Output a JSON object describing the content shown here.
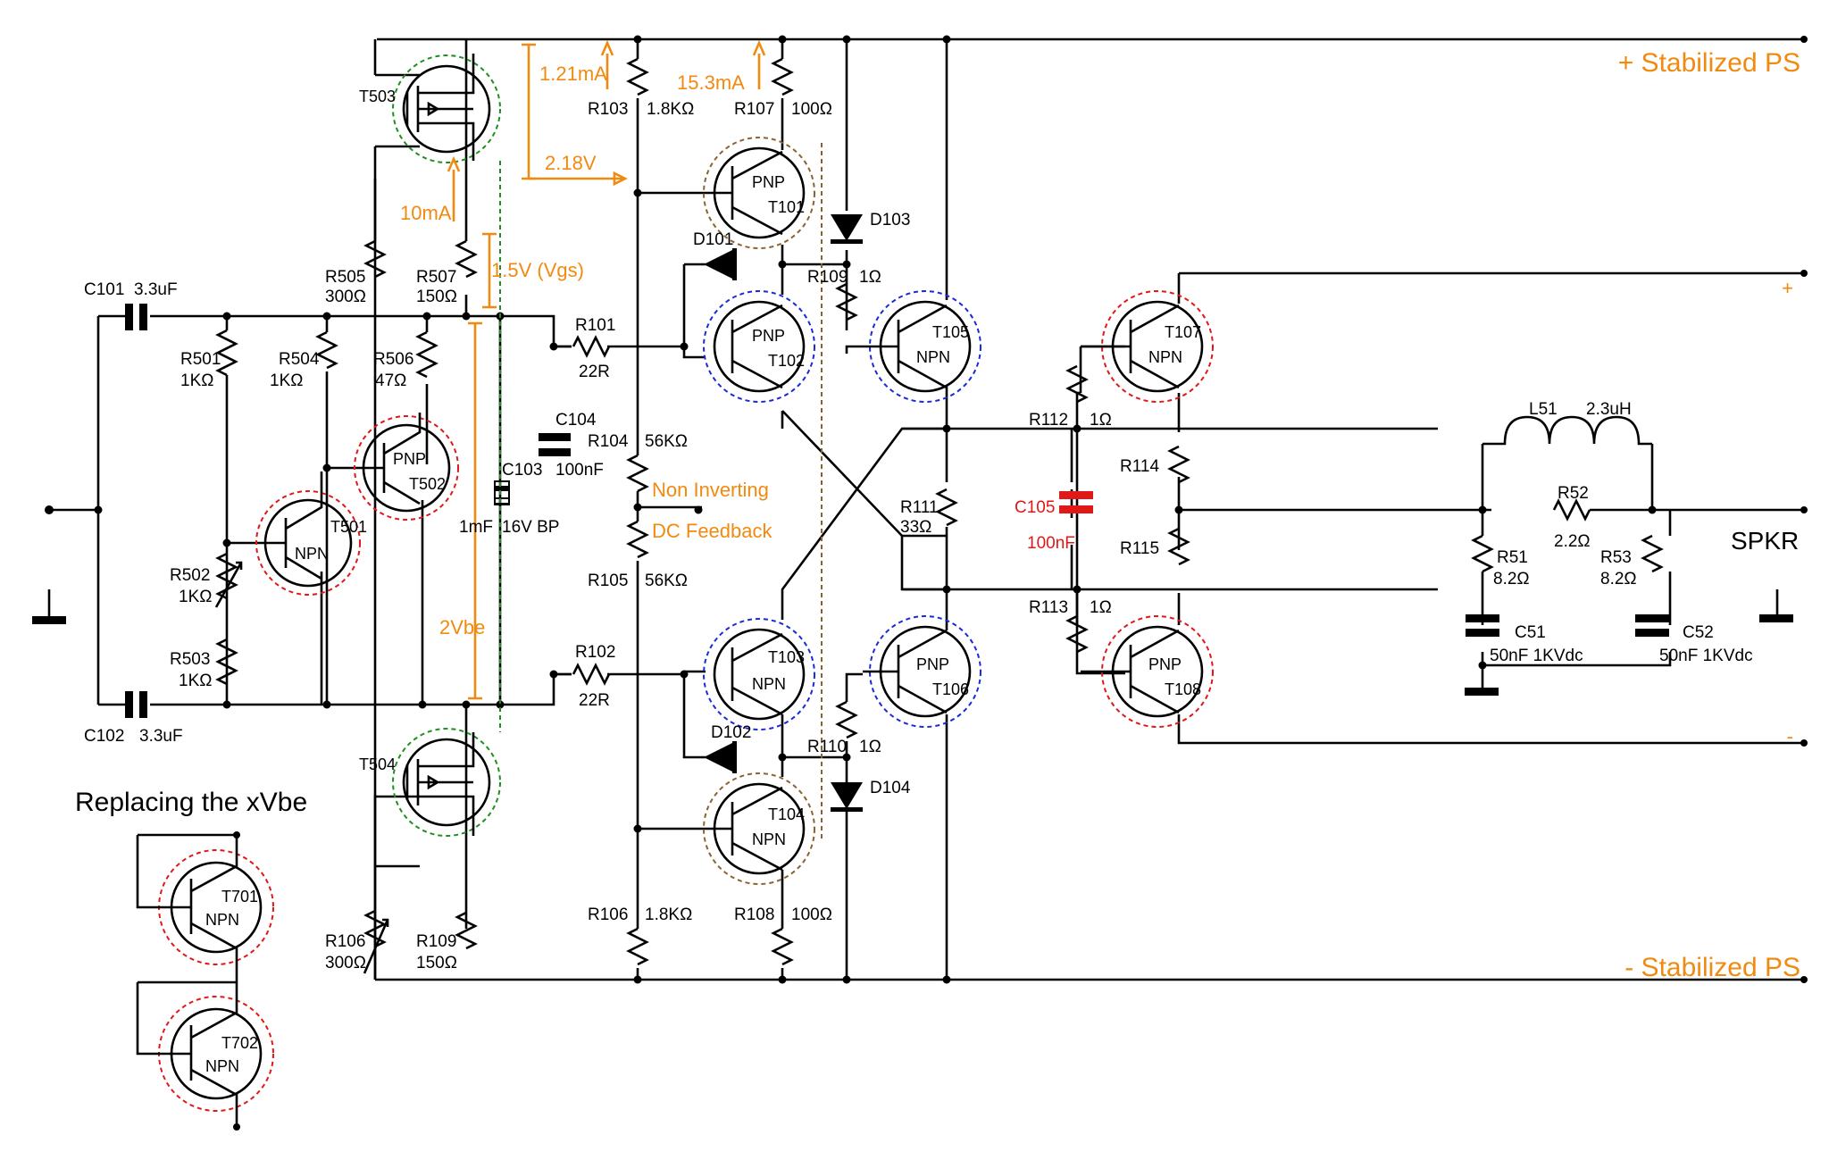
{
  "rails": {
    "positive": "+ Stabilized PS",
    "negative": "- Stabilized PS",
    "out_plus": "+",
    "out_minus": "-",
    "speaker": "SPKR"
  },
  "annotations": {
    "i_r103": "1.21mA",
    "i_r107": "15.3mA",
    "v_218": "2.18V",
    "i_10ma": "10mA",
    "vgs": "1.5V (Vgs)",
    "vbe2": "2Vbe",
    "noninv": "Non Inverting",
    "dcfb": "DC Feedback",
    "replacing": "Replacing the xVbe"
  },
  "components": {
    "C101": [
      "C101",
      "3.3uF"
    ],
    "C102": [
      "C102",
      "3.3uF"
    ],
    "R501": [
      "R501",
      "1KΩ"
    ],
    "R504": [
      "R504",
      "1KΩ"
    ],
    "R506": [
      "R506",
      "47Ω"
    ],
    "R502": [
      "R502",
      "1KΩ"
    ],
    "R503": [
      "R503",
      "1KΩ"
    ],
    "R505": [
      "R505",
      "300Ω"
    ],
    "R507": [
      "R507",
      "150Ω"
    ],
    "R106b": [
      "R106",
      "300Ω"
    ],
    "R109b": [
      "R109",
      "150Ω"
    ],
    "C103": [
      "C103",
      "1mF",
      "16V BP"
    ],
    "C104": [
      "C104",
      "100nF"
    ],
    "R101": [
      "R101",
      "22R"
    ],
    "R102": [
      "R102",
      "22R"
    ],
    "R103": [
      "R103",
      "1.8KΩ"
    ],
    "R107": [
      "R107",
      "100Ω"
    ],
    "R104": [
      "R104",
      "56KΩ"
    ],
    "R105": [
      "R105",
      "56KΩ"
    ],
    "R106": [
      "R106",
      "1.8KΩ"
    ],
    "R108": [
      "R108",
      "100Ω"
    ],
    "R109": [
      "R109",
      "1Ω"
    ],
    "R110": [
      "R110",
      "1Ω"
    ],
    "D101": [
      "D101"
    ],
    "D102": [
      "D102"
    ],
    "D103": [
      "D103"
    ],
    "D104": [
      "D104"
    ],
    "R111": [
      "R111",
      "33Ω"
    ],
    "R112": [
      "R112",
      "1Ω"
    ],
    "R113": [
      "R113",
      "1Ω"
    ],
    "R114": [
      "R114"
    ],
    "R115": [
      "R115"
    ],
    "C105": [
      "C105",
      "100nF"
    ],
    "L51": [
      "L51",
      "2.3uH"
    ],
    "R52": [
      "R52",
      "2.2Ω"
    ],
    "R51": [
      "R51",
      "8.2Ω"
    ],
    "R53": [
      "R53",
      "8.2Ω"
    ],
    "C51": [
      "C51",
      "50nF 1KVdc"
    ],
    "C52": [
      "C52",
      "50nF 1KVdc"
    ]
  },
  "transistors": {
    "T501": [
      "T501",
      "NPN"
    ],
    "T502": [
      "PNP",
      "T502"
    ],
    "T503": [
      "T503"
    ],
    "T504": [
      "T504"
    ],
    "T101": [
      "PNP",
      "T101"
    ],
    "T102": [
      "PNP",
      "T102"
    ],
    "T103": [
      "T103",
      "NPN"
    ],
    "T104": [
      "T104",
      "NPN"
    ],
    "T105": [
      "T105",
      "NPN"
    ],
    "T106": [
      "PNP",
      "T106"
    ],
    "T107": [
      "T107",
      "NPN"
    ],
    "T108": [
      "PNP",
      "T108"
    ],
    "T701": [
      "T701",
      "NPN"
    ],
    "T702": [
      "T702",
      "NPN"
    ]
  },
  "colors": {
    "orange": "#f08a10",
    "red": "#e01818",
    "blue": "#1a2ad8",
    "green": "#1f8f1f",
    "brown": "#8a6430"
  }
}
